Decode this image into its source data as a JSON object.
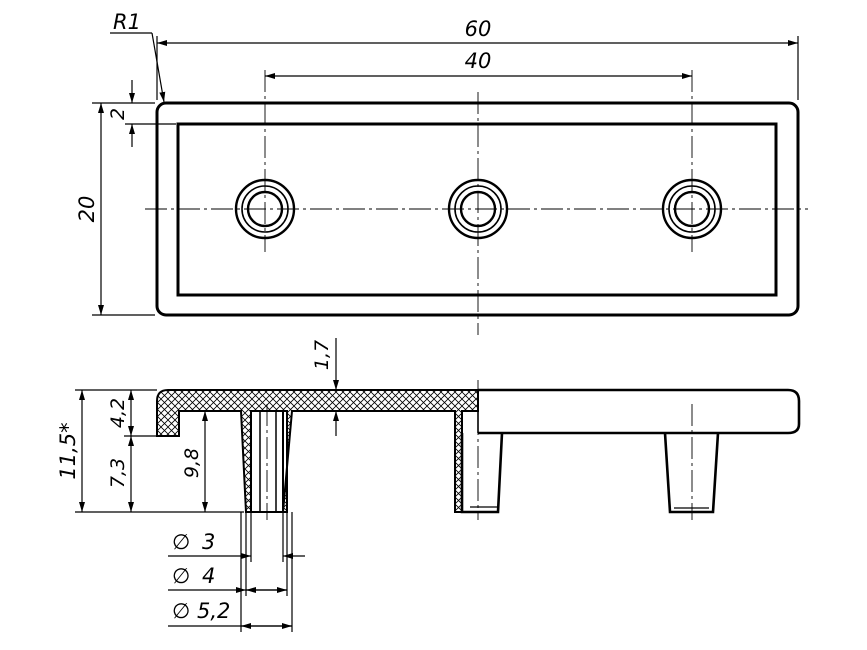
{
  "drawing": {
    "dimensions": {
      "overall_length": "60",
      "hole_spacing": "40",
      "width": "20",
      "corner_radius": "R1",
      "rim_inset": "2",
      "plate_thickness": "1,7",
      "rim_height": "4,2",
      "total_height": "11,5*",
      "leg_height": "7,3",
      "boss_height": "9,8",
      "bore_inner": "3",
      "bore_outer": "4",
      "boss_outer": "5,2"
    },
    "diameter_symbol": "∅"
  }
}
